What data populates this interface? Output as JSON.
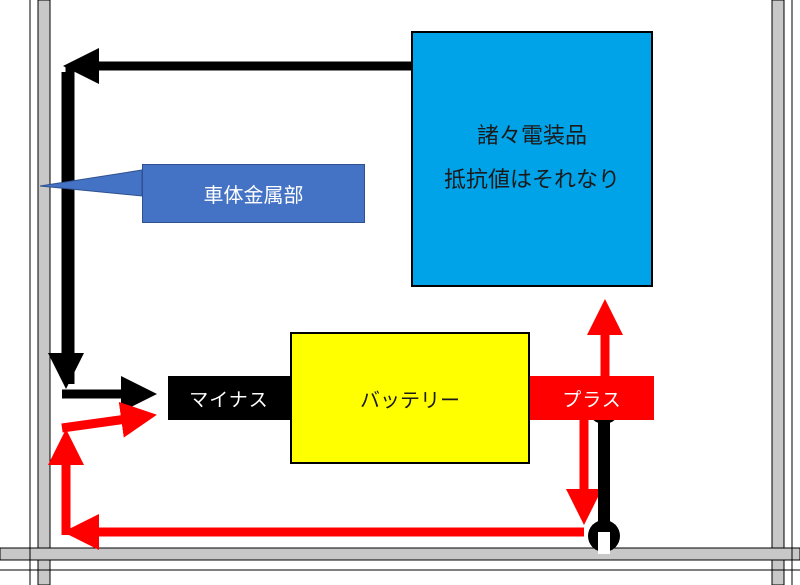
{
  "diagram": {
    "device": {
      "line1": "諸々電装品",
      "line2": "抵抗値はそれなり"
    },
    "chassis_label": "車体金属部",
    "battery_label": "バッテリー",
    "minus_label": "マイナス",
    "plus_label": "プラス",
    "colors": {
      "device": "#00a2e8",
      "chassis_label": "#4472c4",
      "battery": "#ffff00",
      "minus": "#000000",
      "plus": "#ff0000",
      "return_path": "#ff0000",
      "ground_path": "#000000",
      "frame": "#c8c8c8"
    },
    "icons": [
      "wrench-icon"
    ]
  }
}
